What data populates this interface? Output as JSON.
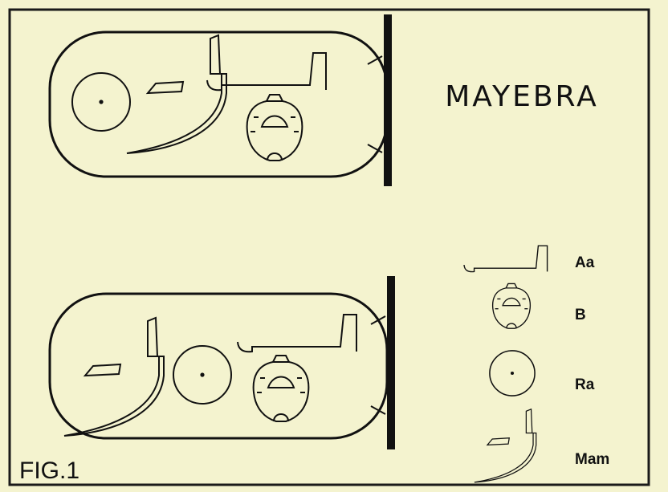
{
  "title": "MAYEBRA",
  "figure_label": "FIG.1",
  "legend": [
    {
      "icon": "water-sign-icon",
      "label": "Aa"
    },
    {
      "icon": "jar-sign-icon",
      "label": "B"
    },
    {
      "icon": "sun-disc-icon",
      "label": "Ra"
    },
    {
      "icon": "scythe-sign-icon",
      "label": "Mam"
    }
  ],
  "colors": {
    "paper": "#f4f3cf",
    "ink": "#111111",
    "frame": "#1a1a1a"
  }
}
